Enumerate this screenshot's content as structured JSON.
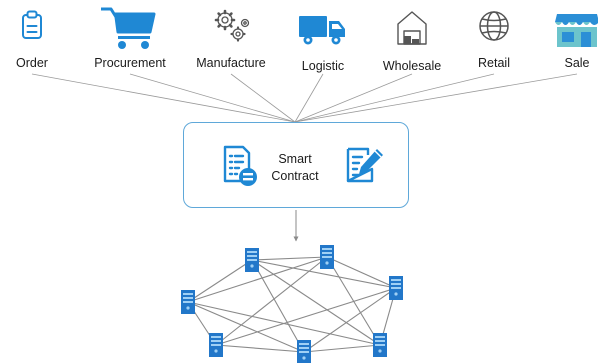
{
  "stages": [
    {
      "label": "Order",
      "icon": "clipboard-icon"
    },
    {
      "label": "Procurement",
      "icon": "shopping-cart-icon"
    },
    {
      "label": "Manufacture",
      "icon": "gears-icon"
    },
    {
      "label": "Logistic",
      "icon": "delivery-truck-icon"
    },
    {
      "label": "Wholesale",
      "icon": "warehouse-icon"
    },
    {
      "label": "Retail",
      "icon": "globe-icon"
    },
    {
      "label": "Sale",
      "icon": "storefront-icon"
    }
  ],
  "smart_contract": {
    "line1": "Smart",
    "line2": "Contract",
    "left_icon": "contract-document-icon",
    "right_icon": "signing-document-icon"
  },
  "network": {
    "node_icon": "server-icon",
    "node_count": 7
  },
  "colors": {
    "icon_blue": "#1f88d4",
    "box_border": "#5fa8d9",
    "line_gray": "#9a9a9a",
    "store_blue": "#2b8fd6",
    "store_teal": "#6cc4cc"
  }
}
